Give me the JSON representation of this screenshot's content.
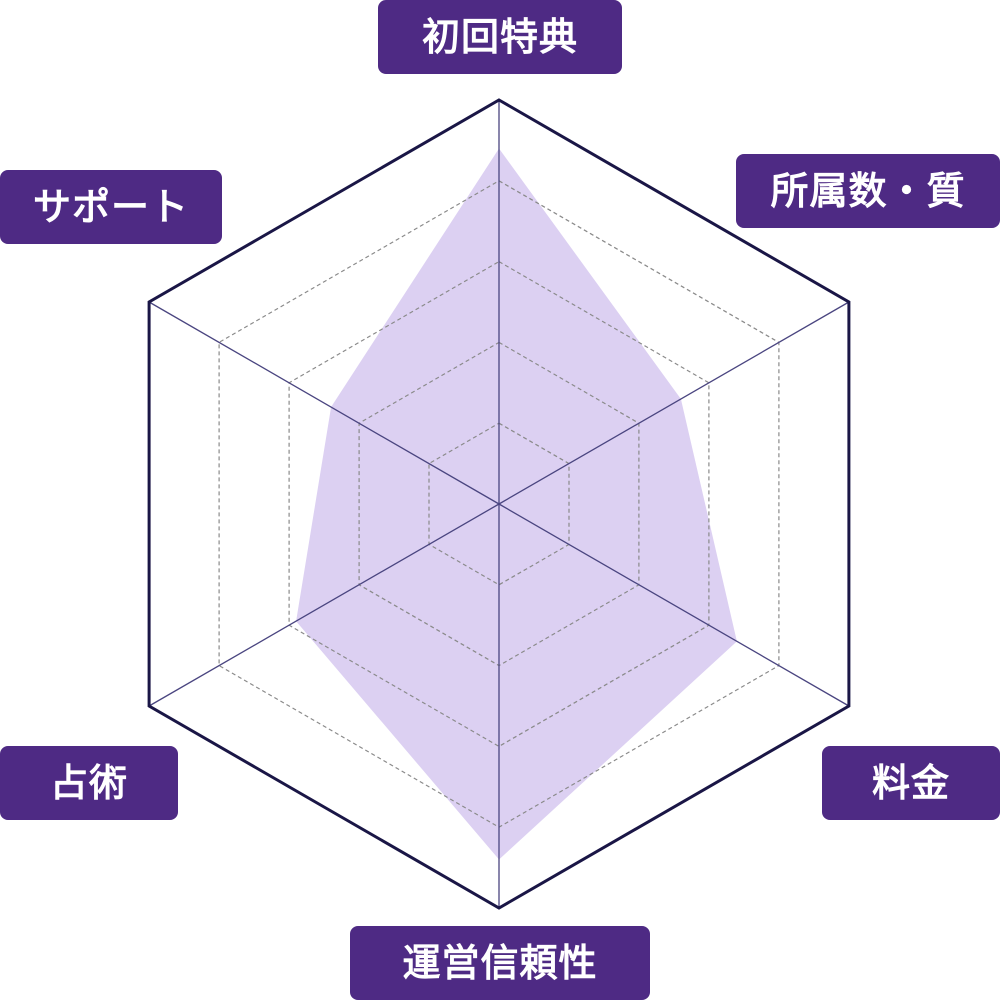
{
  "chart_data": {
    "type": "radar",
    "categories": [
      "初回特典",
      "所属数・質",
      "料金",
      "運営信頼性",
      "占術",
      "サポート"
    ],
    "values": [
      4.4,
      2.6,
      3.4,
      4.4,
      2.9,
      2.4
    ],
    "rlim": [
      0,
      5
    ],
    "grid_levels": [
      1,
      2,
      3,
      4
    ],
    "colors": {
      "fill": "#dcd0f2",
      "outline": "#1a1646",
      "spoke": "#4a4580",
      "grid": "#8a8a8a",
      "label_bg": "#4e2a84",
      "label_text": "#ffffff"
    }
  }
}
